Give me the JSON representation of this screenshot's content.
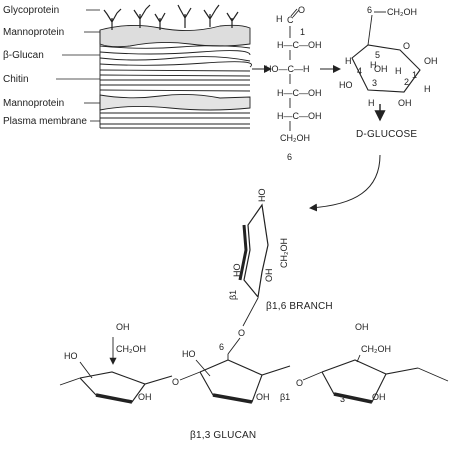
{
  "wall_layers": [
    "Glycoprotein",
    "Mannoprotein",
    "β-Glucan",
    "Chitin",
    "Mannoprotein",
    "Plasma membrane"
  ],
  "fischer": {
    "aldehyde_o": "O",
    "c1_num": "1",
    "rows": [
      {
        "left": "",
        "carbon": "H—C—OH",
        "right": ""
      },
      {
        "left": "HO—C—H",
        "carbon": "",
        "right": ""
      },
      {
        "left": "",
        "carbon": "H—C—OH",
        "right": ""
      },
      {
        "left": "",
        "carbon": "H—C—OH",
        "right": ""
      }
    ],
    "terminal": "CH₂OH",
    "c6_num": "6",
    "h_label": "H",
    "c_label": "C"
  },
  "haworth": {
    "c6": "6",
    "ch2oh": "CH₂OH",
    "ring_o": "O",
    "c5": "5",
    "c4": "4",
    "c3": "3",
    "c2": "2",
    "c1": "1",
    "h": "H",
    "oh": "OH",
    "ho": "HO",
    "caption": "D-GLUCOSE"
  },
  "branch": {
    "ho_top": "HO",
    "ho_left": "HO",
    "ch2oh": "CH₂OH",
    "oh": "OH",
    "beta": "β1",
    "caption": "β1,6 BRANCH",
    "o_link": "O"
  },
  "glucan": {
    "unit1_oh_top": "OH",
    "unit1_ch2oh": "CH₂OH",
    "unit1_ho": "HO",
    "unit1_oh_low": "OH",
    "unit2_six": "6",
    "unit2_ho": "HO",
    "unit2_oh": "OH",
    "unit2_beta": "β1",
    "link_o1": "O",
    "link_o2": "O",
    "unit3_oh_top": "OH",
    "unit3_ch2oh": "CH₂OH",
    "unit3_three": "3",
    "unit3_oh": "OH",
    "caption": "β1,3 GLUCAN"
  }
}
